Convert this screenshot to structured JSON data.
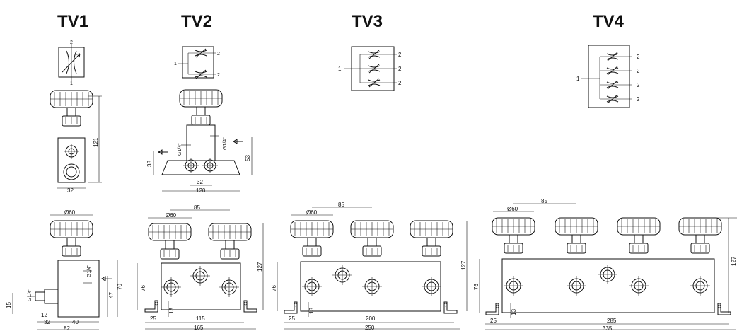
{
  "titles": {
    "tv1": "TV1",
    "tv2": "TV2",
    "tv3": "TV3",
    "tv4": "TV4"
  },
  "ports": {
    "inlet": "1",
    "outlet": "2"
  },
  "tv1": {
    "height": "121",
    "width": "32",
    "thread": "G1/4\"",
    "top_diameter": "Ø60",
    "d70": "70",
    "d47": "47",
    "d15": "15",
    "d12": "12",
    "d32": "32",
    "d40": "40",
    "d82": "82"
  },
  "tv2": {
    "thread_left": "G1/4\"",
    "thread_right": "G1/4\"",
    "d38": "38",
    "d53": "53",
    "d32": "32",
    "d120": "120",
    "top_diameter": "Ø60",
    "pitch": "85",
    "d76": "76",
    "d127": "127",
    "d13": "13",
    "d25": "25",
    "d115": "115",
    "d165": "165"
  },
  "tv3": {
    "top_diameter": "Ø60",
    "pitch": "85",
    "d127": "127",
    "d76": "76",
    "d13": "13",
    "d25": "25",
    "d200": "200",
    "d250": "250"
  },
  "tv4": {
    "top_diameter": "Ø60",
    "pitch": "85",
    "d127": "127",
    "d76": "76",
    "d13": "13",
    "d25": "25",
    "d285": "285",
    "d335": "335"
  }
}
